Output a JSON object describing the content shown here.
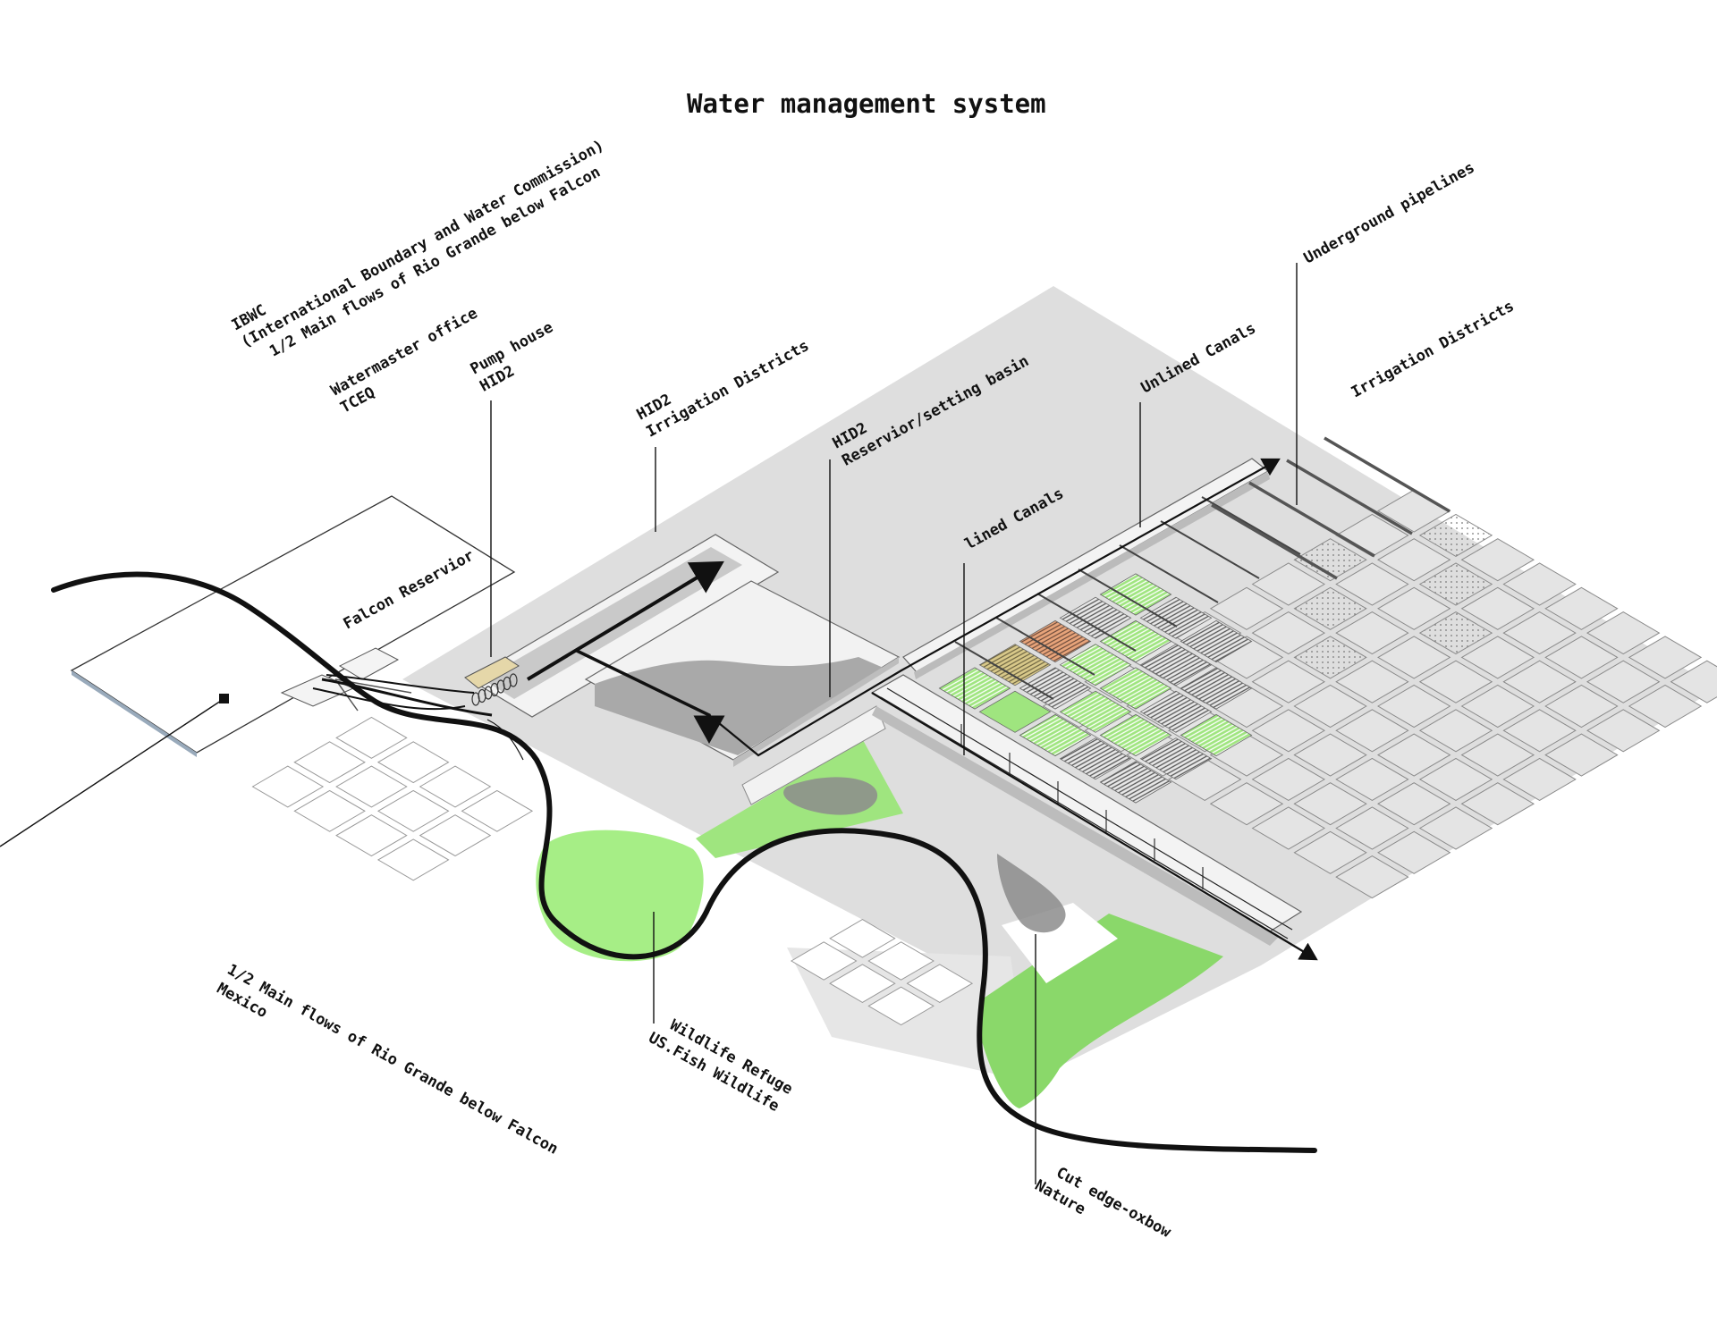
{
  "title": "Water management system",
  "colors": {
    "ground": "#dedede",
    "ground_light": "#ececec",
    "green": "#9fe57f",
    "green_dark": "#7fd85f",
    "river": "#111111",
    "canal": "#f2f2f2",
    "basin": "#9a9a9a"
  },
  "labels": {
    "ibwc_1": "IBWC",
    "ibwc_2": "(International Boundary and Water Commission)",
    "ibwc_3": "1/2 Main flows of Rio Grande below Falcon",
    "watermaster_1": "Watermaster office",
    "watermaster_2": "TCEQ",
    "pump_1": "Pump house",
    "pump_2": "HID2",
    "hid2_irr_1": "HID2",
    "hid2_irr_2": "Irrigation Districts",
    "reservoir_1": "HID2",
    "reservoir_2": "Reservior/setting basin",
    "unlined": "Unlined Canals",
    "underground": "Underground pipelines",
    "irrigation": "Irrigation Districts",
    "lined": "lined Canals",
    "falcon": "Falcon Reservior",
    "mexico_1": "1/2 Main flows of Rio Grande below Falcon",
    "mexico_2": "Mexico",
    "wildlife_1": "Wildlife Refuge",
    "wildlife_2": "US.Fish Wildlife",
    "oxbow_1": "Cut edge-oxbow",
    "oxbow_2": "Nature"
  }
}
